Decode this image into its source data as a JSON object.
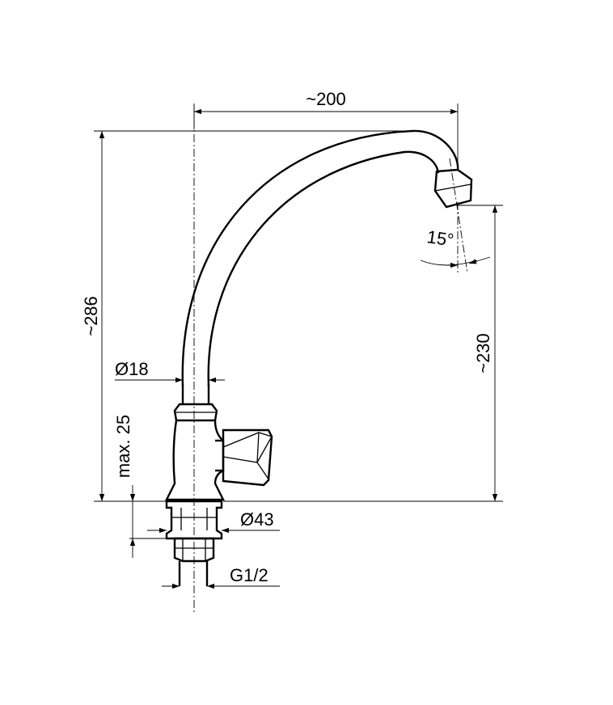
{
  "dimensions": {
    "width_reach": "~200",
    "total_height": "~286",
    "spout_height": "~230",
    "spout_angle": "15°",
    "pipe_diameter": "Ø18",
    "max_thickness": "max. 25",
    "base_diameter": "Ø43",
    "thread": "G1/2"
  }
}
